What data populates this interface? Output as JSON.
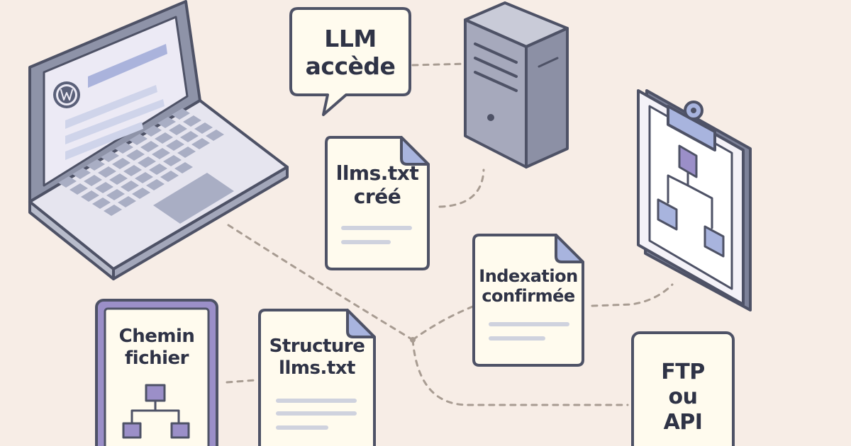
{
  "cards": {
    "llm_access": "LLM\naccède",
    "llms_created": "llms.txt\ncréé",
    "indexation": "Indexation\nconfirmée",
    "file_path": "Chemin\nfichier",
    "structure": "Structure\nllms.txt",
    "transfer": "FTP\nou\nAPI"
  },
  "icons": {
    "laptop": "laptop-icon",
    "wordpress": "wordpress-logo-icon",
    "server": "server-tower-icon",
    "clipboard": "clipboard-sitemap-icon",
    "sitemap": "sitemap-icon"
  },
  "colors": {
    "background": "#f7ede6",
    "outline": "#4e5266",
    "card": "#fffbee",
    "purple": "#9b8fc8",
    "blue": "#a8b4de",
    "connector": "#a89c92"
  }
}
